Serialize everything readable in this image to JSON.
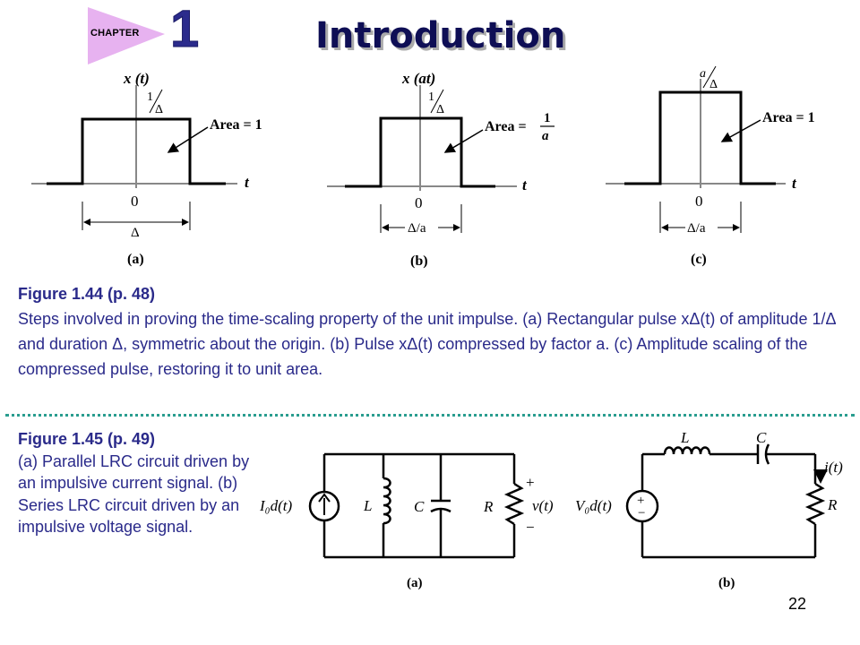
{
  "header": {
    "chapter_label": "CHAPTER",
    "chapter_number": "1",
    "title": "Introduction"
  },
  "colors": {
    "badge_fill": "#e7b2f0",
    "title_text": "#0e0e55",
    "caption_text": "#2a2a8a",
    "divider": "#2a9d8f",
    "chapter_number": "#2b2b8c"
  },
  "figure_1_44": {
    "caption_title": "Figure 1.44  (p. 48)",
    "caption_body": "Steps involved in proving the time-scaling property of the unit impulse. (a) Rectangular pulse xΔ(t) of amplitude 1/Δ and duration Δ, symmetric about the origin. (b) Pulse xΔ(t) compressed by factor a. (c) Amplitude scaling of the compressed pulse, restoring it to unit area.",
    "panels": [
      {
        "y_label": "x (t)",
        "amp_num": "1",
        "amp_den": "Δ",
        "area_text": "Area = 1",
        "origin": "0",
        "t_label": "t",
        "width_label": "Δ",
        "panel_label": "(a)"
      },
      {
        "y_label": "x (at)",
        "amp_num": "1",
        "amp_den": "Δ",
        "area_text": "Area =",
        "area_frac_num": "1",
        "area_frac_den": "a",
        "origin": "0",
        "t_label": "t",
        "width_label": "Δ/a",
        "panel_label": "(b)"
      },
      {
        "y_label": "",
        "amp_num": "a",
        "amp_den": "Δ",
        "area_text": "Area = 1",
        "origin": "0",
        "t_label": "t",
        "width_label": "Δ/a",
        "panel_label": "(c)"
      }
    ]
  },
  "figure_1_45": {
    "caption_title": "Figure 1.45  (p. 49)",
    "caption_body": "(a) Parallel LRC circuit driven by an impulsive current signal. (b) Series LRC circuit driven by an impulsive voltage signal.",
    "circuit_a": {
      "source_label": "I₀d(t)",
      "inductor": "L",
      "capacitor": "C",
      "resistor": "R",
      "voltage_label": "v(t)",
      "plus": "+",
      "minus": "−",
      "panel_label": "(a)"
    },
    "circuit_b": {
      "source_label": "V₀d(t)",
      "inductor": "L",
      "capacitor": "C",
      "resistor": "R",
      "current_label": "i(t)",
      "plus": "+",
      "minus": "−",
      "panel_label": "(b)"
    }
  },
  "page_number": "22"
}
